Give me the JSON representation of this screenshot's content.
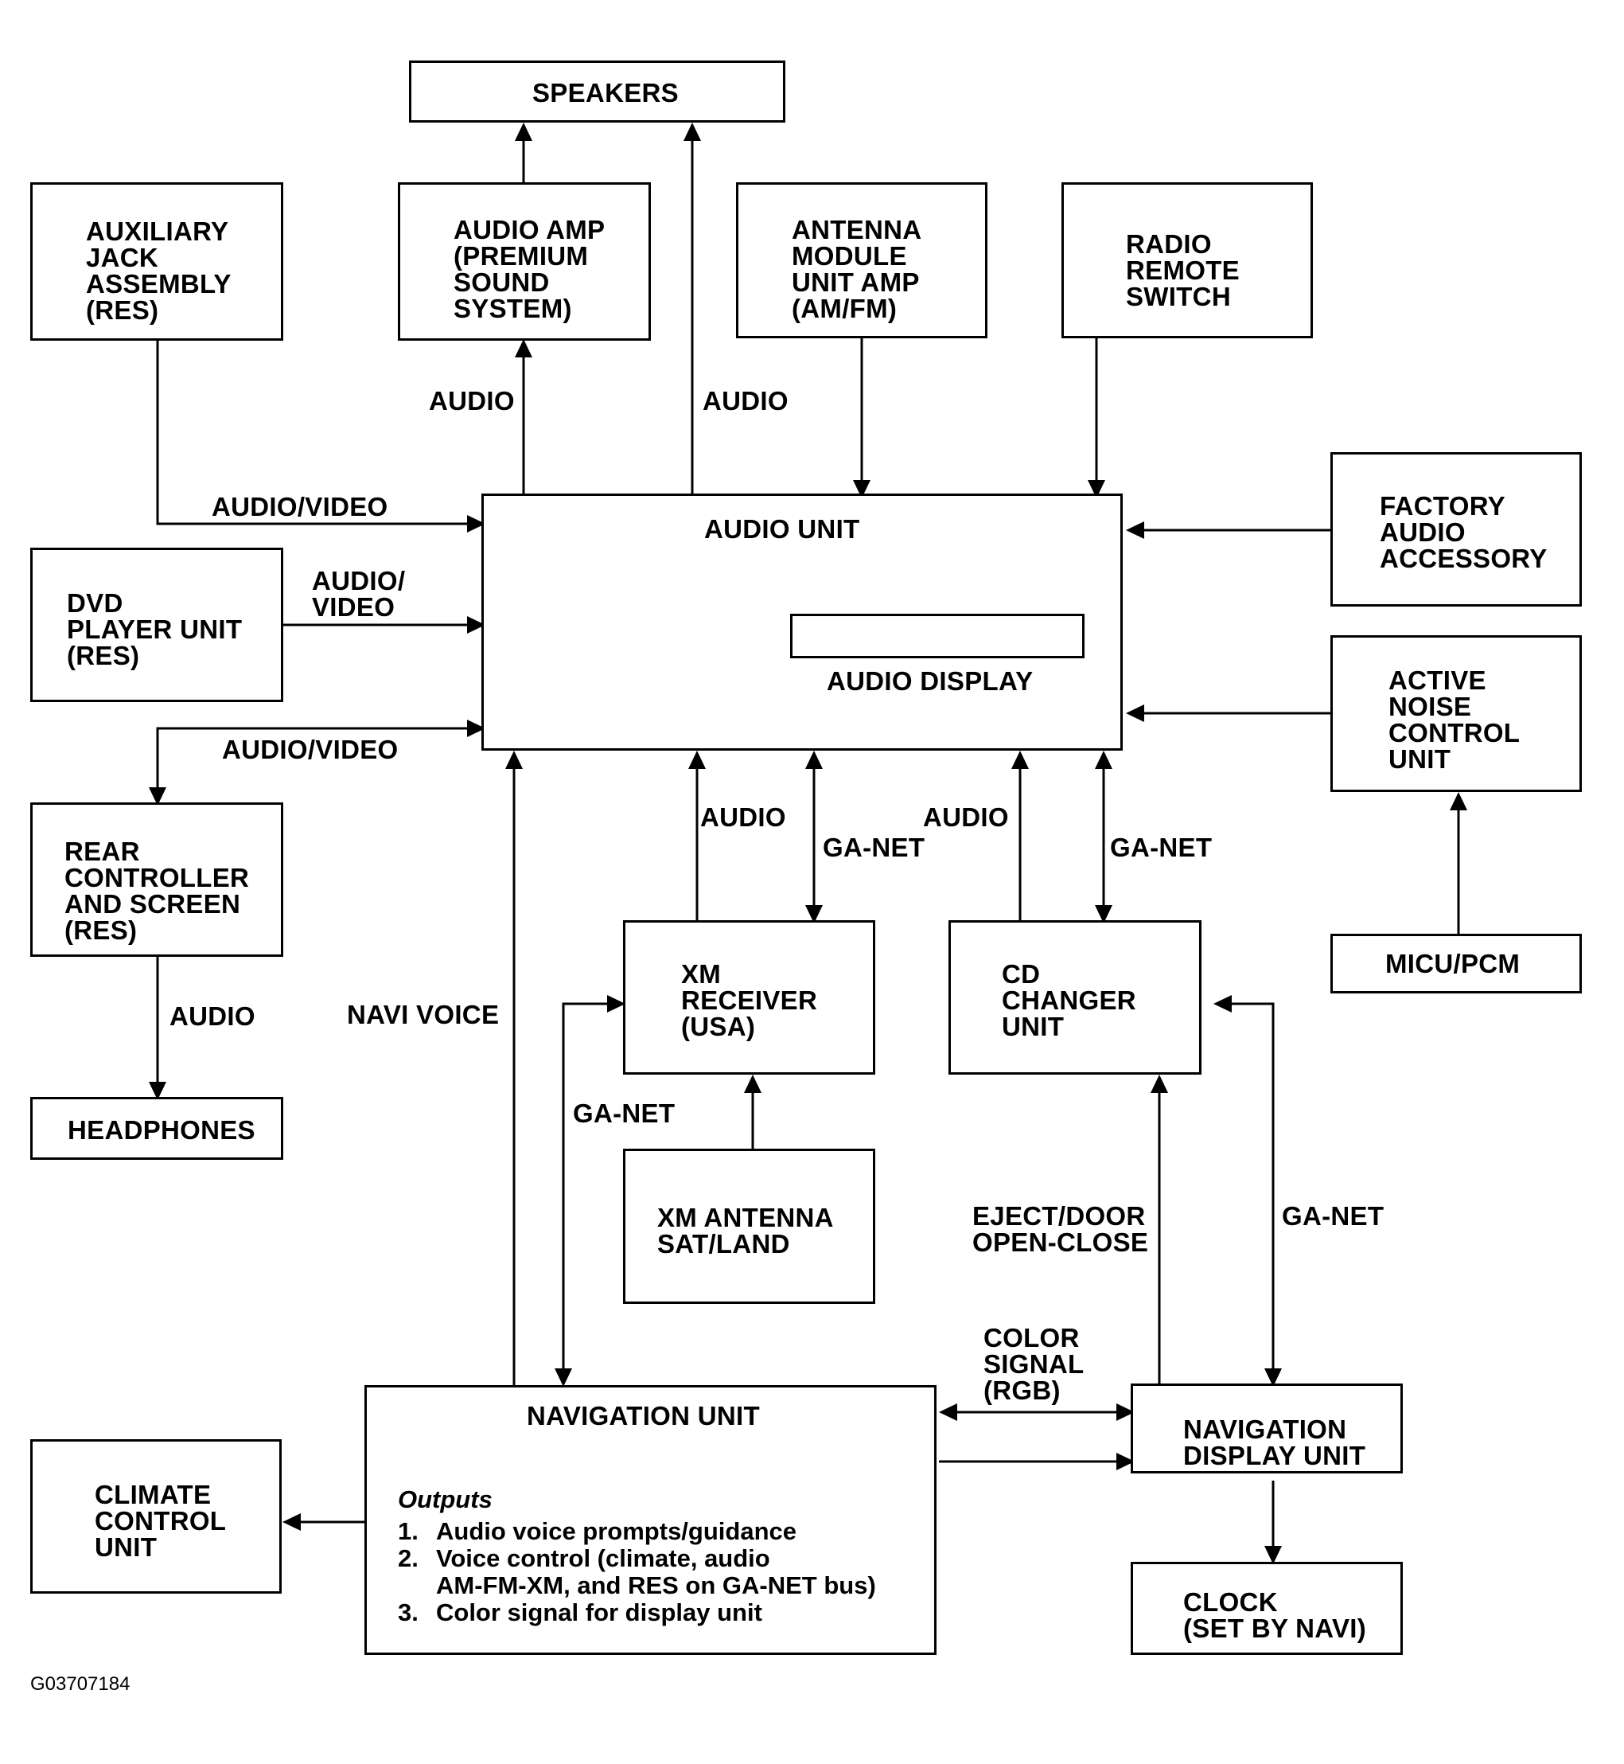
{
  "boxes": {
    "speakers": "SPEAKERS",
    "aux_jack": "AUXILIARY\nJACK\nASSEMBLY\n(RES)",
    "audio_amp": "AUDIO AMP\n(PREMIUM\nSOUND\nSYSTEM)",
    "antenna_module": "ANTENNA\nMODULE\nUNIT AMP\n(AM/FM)",
    "radio_remote": "RADIO\nREMOTE\nSWITCH",
    "factory_accessory": "FACTORY\nAUDIO\nACCESSORY",
    "dvd_player": "DVD\nPLAYER UNIT\n(RES)",
    "audio_unit": "AUDIO UNIT",
    "audio_display": "AUDIO DISPLAY",
    "active_noise": "ACTIVE\nNOISE\nCONTROL\nUNIT",
    "rear_controller": "REAR\nCONTROLLER\nAND SCREEN\n(RES)",
    "headphones": "HEADPHONES",
    "xm_receiver": "XM\nRECEIVER\n(USA)",
    "cd_changer": "CD\nCHANGER\nUNIT",
    "micu_pcm": "MICU/PCM",
    "xm_antenna": "XM ANTENNA\nSAT/LAND",
    "navigation_unit": "NAVIGATION UNIT",
    "navigation_display": "NAVIGATION\nDISPLAY UNIT",
    "climate_control": "CLIMATE\nCONTROL\nUNIT",
    "clock": "CLOCK\n(SET BY NAVI)"
  },
  "outputs": {
    "title": "Outputs",
    "items": [
      {
        "num": "1.",
        "text": "Audio voice prompts/guidance"
      },
      {
        "num": "2.",
        "text": "Voice control (climate, audio\nAM-FM-XM, and RES on GA-NET bus)"
      },
      {
        "num": "3.",
        "text": "Color signal for display unit"
      }
    ]
  },
  "labels": {
    "amp_audio": "AUDIO",
    "speakers_audio": "AUDIO",
    "aux_av": "AUDIO/VIDEO",
    "dvd_av": "AUDIO/\nVIDEO",
    "rear_av": "AUDIO/VIDEO",
    "headphones_audio": "AUDIO",
    "navi_voice": "NAVI VOICE",
    "xm_audio": "AUDIO",
    "xm_ganet": "GA-NET",
    "cd_audio": "AUDIO",
    "cd_ganet": "GA-NET",
    "nav_xm_ganet": "GA-NET",
    "eject": "EJECT/DOOR\nOPEN-CLOSE",
    "nav_cd_ganet": "GA-NET",
    "color_signal": "COLOR\nSIGNAL\n(RGB)"
  },
  "figure_code": "G03707184"
}
